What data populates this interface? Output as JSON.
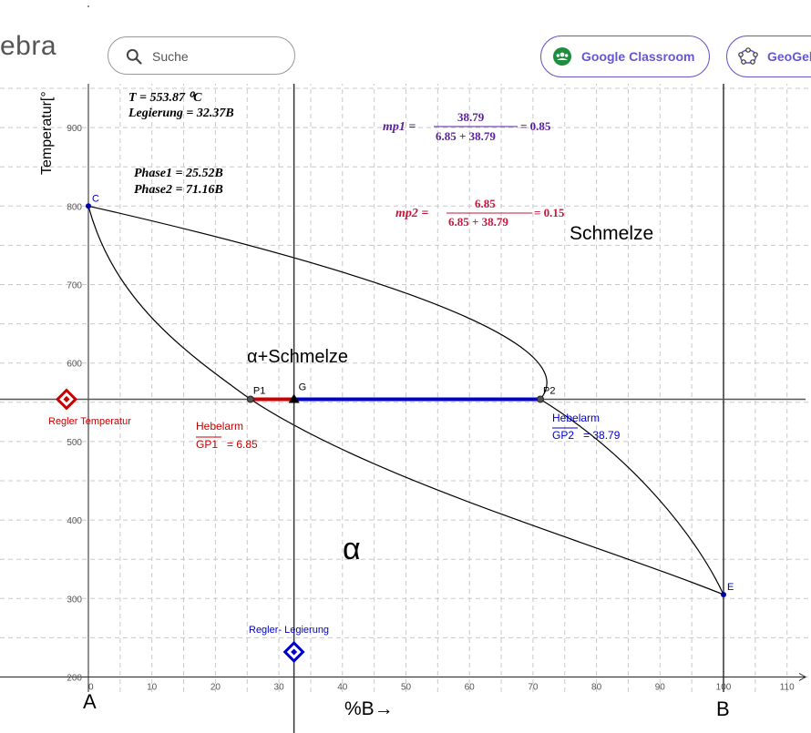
{
  "header": {
    "logo_text": "ebra",
    "search_placeholder": "Suche",
    "buttons": {
      "classroom": "Google Classroom",
      "geogebra": "GeoGeb"
    }
  },
  "colors": {
    "accent": "#6557d2",
    "red": "#cc0000",
    "blue": "#0000cc",
    "navy": "#00008b",
    "purple": "#5a1fa0",
    "crimson": "#c8163d",
    "curve": "#000000"
  },
  "chart_data": {
    "type": "scatter",
    "xlabel": "%B→",
    "ylabel": "Temperatur[°",
    "xlim": [
      0,
      113
    ],
    "ylim": [
      200,
      960
    ],
    "x_ticks": [
      0,
      10,
      20,
      30,
      40,
      50,
      60,
      70,
      80,
      90,
      100,
      110
    ],
    "y_ticks": [
      200,
      300,
      400,
      500,
      600,
      700,
      800,
      900
    ],
    "x_tick_labels": [
      "0",
      "10",
      "20",
      "30",
      "40",
      "50",
      "60",
      "70",
      "80",
      "90",
      "100",
      "110"
    ],
    "y_tick_labels": [
      "200",
      "300",
      "400",
      "500",
      "600",
      "700",
      "800",
      "900"
    ],
    "grid": true,
    "points": [
      {
        "id": "C",
        "label": "C",
        "x": 0,
        "y": 800
      },
      {
        "id": "E",
        "label": "E",
        "x": 100,
        "y": 305
      },
      {
        "id": "P1",
        "label": "P1",
        "x": 25.52,
        "y": 553.87
      },
      {
        "id": "P2",
        "label": "P2",
        "x": 71.16,
        "y": 553.87
      },
      {
        "id": "G",
        "label": "G",
        "x": 32.37,
        "y": 553.87
      }
    ],
    "liquidus_pass": [
      35,
      690
    ],
    "solidus_pass": [
      35,
      500
    ],
    "alloy_x": 32.37,
    "temperature_line_y": 553.87,
    "b_line_x": 100,
    "sliders": {
      "temperature": {
        "label": "Regler Temperatur",
        "value": 553.87
      },
      "alloy": {
        "label": "Regler- Legierung",
        "value": 32.37
      }
    }
  },
  "labels": {
    "axis_a": "A",
    "axis_b": "B",
    "region_liquid": "Schmelze",
    "region_two_phase": "α+Schmelze",
    "region_solid": "α",
    "info": {
      "t_line": "T = 553.87 ⁰C",
      "alloy_line": "Legierung = 32.37B",
      "phase1_line": "Phase1 = 25.52B",
      "phase2_line": "Phase2 = 71.16B"
    },
    "mp1": {
      "lhs": "mp1 =",
      "numerator": "38.79",
      "denominator": "6.85 + 38.79",
      "result": "= 0.85"
    },
    "mp2": {
      "lhs": "mp2 =",
      "numerator": "6.85",
      "denominator": "6.85 + 38.79",
      "result": "= 0.15"
    },
    "lever_left": {
      "title": "Hebelarm",
      "segment": "GP1",
      "value": "= 6.85"
    },
    "lever_right": {
      "title": "Hebelarm",
      "segment": "GP2",
      "value": "= 38.79"
    }
  }
}
